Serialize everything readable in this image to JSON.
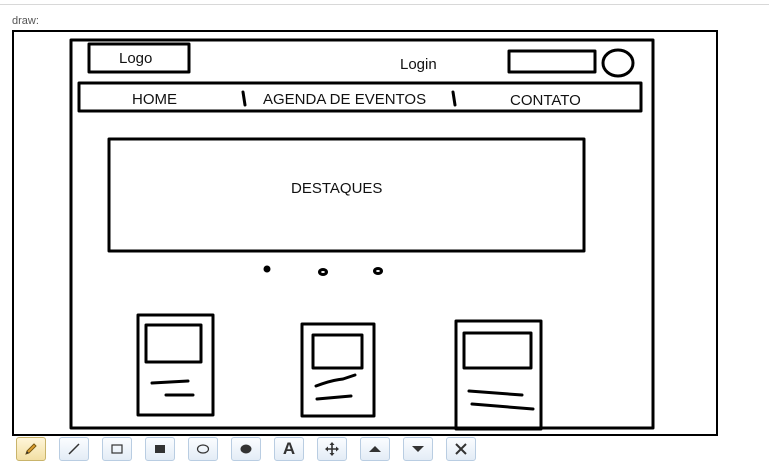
{
  "draw_label": "draw:",
  "sketch": {
    "logo": "Logo",
    "login": "Login",
    "nav": [
      "HOME",
      "AGENDA DE EVENTOS",
      "CONTATO"
    ],
    "banner": "DESTAQUES"
  },
  "toolbar": {
    "tools": [
      "pencil-icon",
      "line-icon",
      "rectangle-icon",
      "filled-rectangle-icon",
      "ellipse-icon",
      "filled-ellipse-icon",
      "text-icon",
      "move-icon",
      "bring-up-icon",
      "send-down-icon",
      "clear-icon"
    ],
    "text_tool_glyph": "A"
  }
}
